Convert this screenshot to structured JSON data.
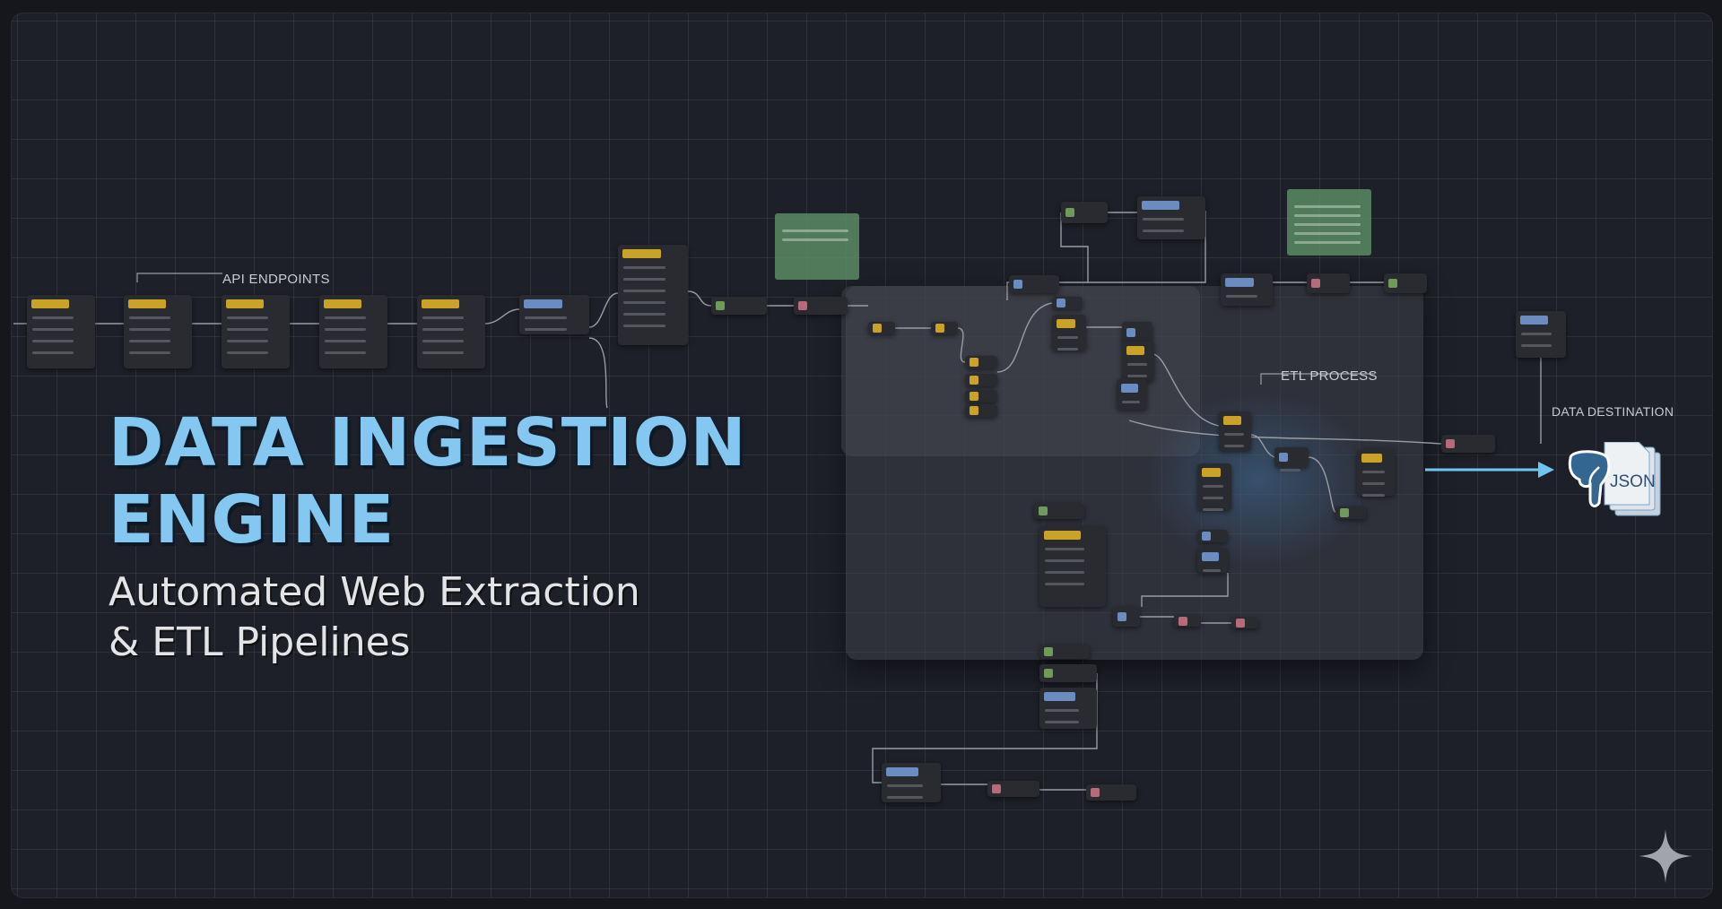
{
  "hero": {
    "title_line1": "DATA INGESTION",
    "title_line2": "ENGINE",
    "subtitle_line1": "Automated Web Extraction",
    "subtitle_line2": "& ETL Pipelines"
  },
  "annotations": {
    "api_endpoints": "API ENDPOINTS",
    "etl_process": "ETL PROCESS",
    "data_destination": "DATA DESTINATION"
  },
  "destination": {
    "json_label": "JSON",
    "icons": [
      "postgresql-elephant-icon",
      "json-file-icon"
    ]
  },
  "colors": {
    "title": "#84c8f2",
    "arrow": "#6cc6f0",
    "background": "#1e2029",
    "node": "#2a2b31",
    "node_header_yellow": "#c9a227",
    "node_header_blue": "#6a8cc0",
    "sticky_note": "#5b8a64"
  }
}
